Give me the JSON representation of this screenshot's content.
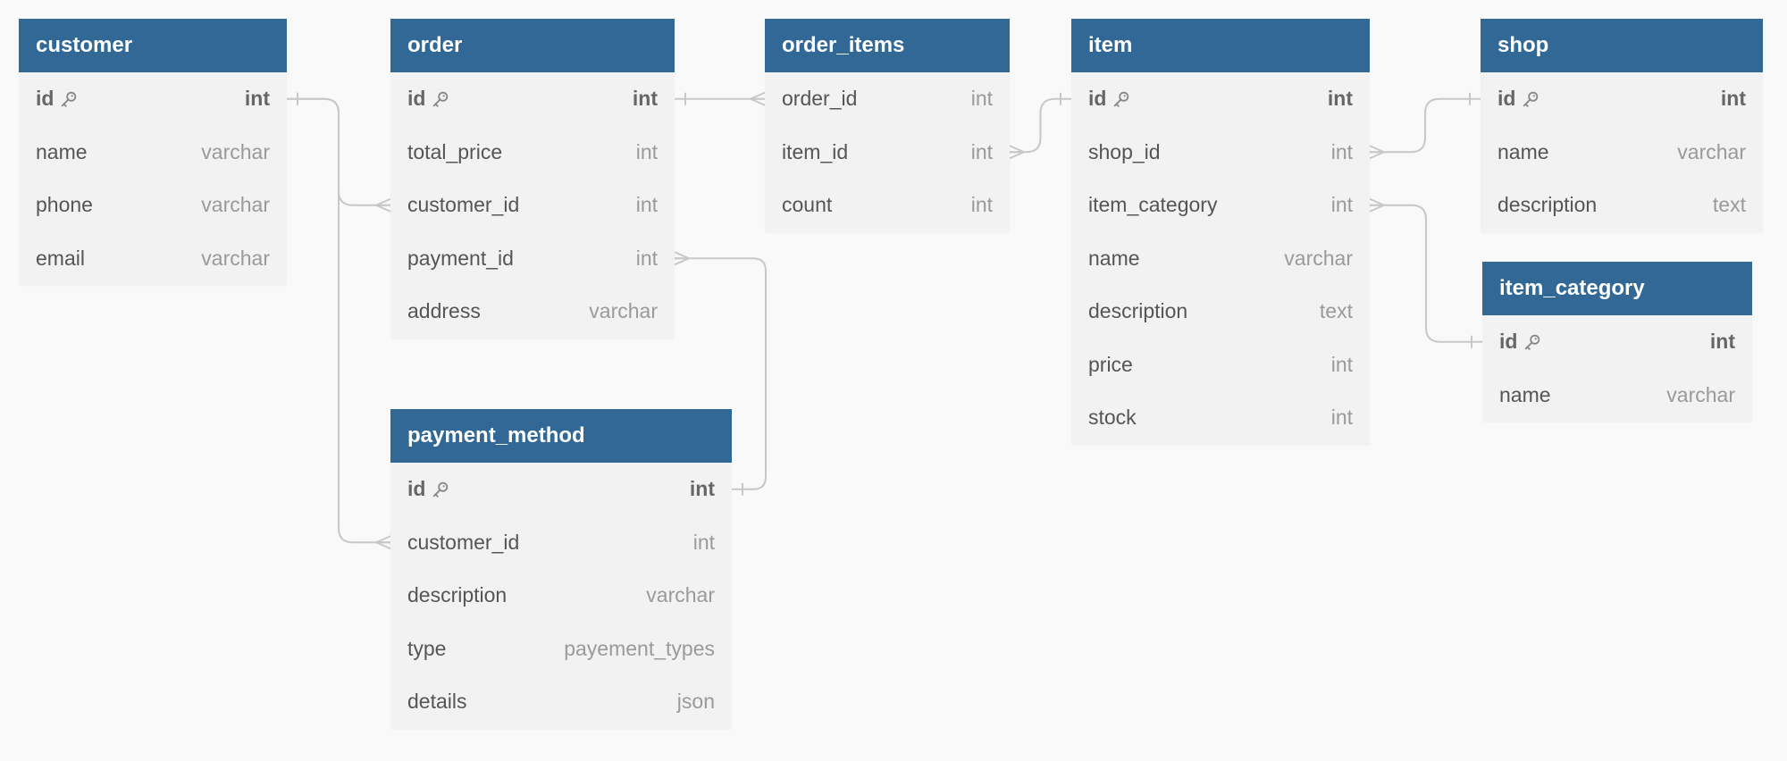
{
  "tables": [
    {
      "id": "customer",
      "name": "customer",
      "fields": [
        {
          "name": "id",
          "type": "int",
          "pk": true
        },
        {
          "name": "name",
          "type": "varchar"
        },
        {
          "name": "phone",
          "type": "varchar"
        },
        {
          "name": "email",
          "type": "varchar"
        }
      ]
    },
    {
      "id": "order",
      "name": "order",
      "fields": [
        {
          "name": "id",
          "type": "int",
          "pk": true
        },
        {
          "name": "total_price",
          "type": "int"
        },
        {
          "name": "customer_id",
          "type": "int"
        },
        {
          "name": "payment_id",
          "type": "int"
        },
        {
          "name": "address",
          "type": "varchar"
        }
      ]
    },
    {
      "id": "order_items",
      "name": "order_items",
      "fields": [
        {
          "name": "order_id",
          "type": "int"
        },
        {
          "name": "item_id",
          "type": "int"
        },
        {
          "name": "count",
          "type": "int"
        }
      ]
    },
    {
      "id": "item",
      "name": "item",
      "fields": [
        {
          "name": "id",
          "type": "int",
          "pk": true
        },
        {
          "name": "shop_id",
          "type": "int"
        },
        {
          "name": "item_category",
          "type": "int"
        },
        {
          "name": "name",
          "type": "varchar"
        },
        {
          "name": "description",
          "type": "text"
        },
        {
          "name": "price",
          "type": "int"
        },
        {
          "name": "stock",
          "type": "int"
        }
      ]
    },
    {
      "id": "shop",
      "name": "shop",
      "fields": [
        {
          "name": "id",
          "type": "int",
          "pk": true
        },
        {
          "name": "name",
          "type": "varchar"
        },
        {
          "name": "description",
          "type": "text"
        }
      ]
    },
    {
      "id": "item_category",
      "name": "item_category",
      "fields": [
        {
          "name": "id",
          "type": "int",
          "pk": true
        },
        {
          "name": "name",
          "type": "varchar"
        }
      ]
    },
    {
      "id": "payment_method",
      "name": "payment_method",
      "fields": [
        {
          "name": "id",
          "type": "int",
          "pk": true
        },
        {
          "name": "customer_id",
          "type": "int"
        },
        {
          "name": "description",
          "type": "varchar"
        },
        {
          "name": "type",
          "type": "payement_types"
        },
        {
          "name": "details",
          "type": "json"
        }
      ]
    }
  ],
  "relations": [
    {
      "from": "customer.id",
      "to": "order.customer_id",
      "cardinality": "one-to-many"
    },
    {
      "from": "customer.id",
      "to": "payment_method.customer_id",
      "cardinality": "one-to-many"
    },
    {
      "from": "payment_method.id",
      "to": "order.payment_id",
      "cardinality": "one-to-many"
    },
    {
      "from": "order.id",
      "to": "order_items.order_id",
      "cardinality": "one-to-many"
    },
    {
      "from": "item.id",
      "to": "order_items.item_id",
      "cardinality": "one-to-many"
    },
    {
      "from": "shop.id",
      "to": "item.shop_id",
      "cardinality": "one-to-many"
    },
    {
      "from": "item_category.id",
      "to": "item.item_category",
      "cardinality": "one-to-many"
    }
  ],
  "colors": {
    "header": "#316896",
    "header_text": "#ffffff",
    "table_body": "#f2f2f2",
    "background": "#f9f9f9",
    "field_name": "#555555",
    "field_type": "#9a9a9a",
    "connector": "#c8c8c8"
  },
  "icons": {
    "primary_key": "key-icon"
  }
}
